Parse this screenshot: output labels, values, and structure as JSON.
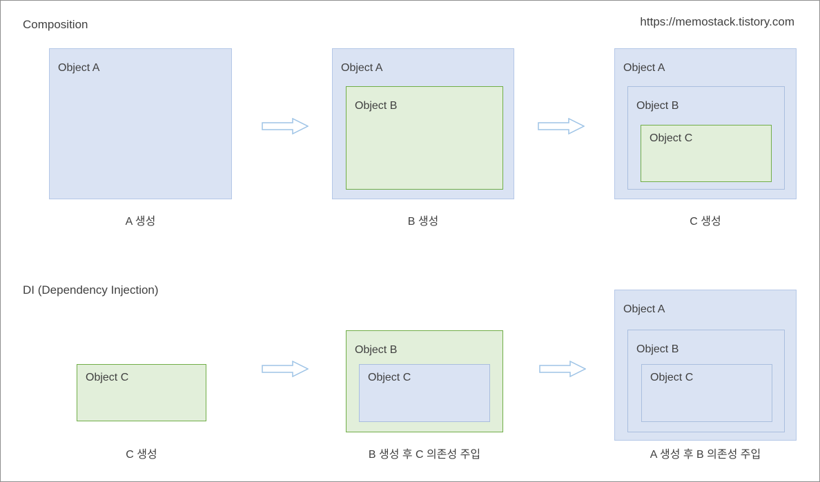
{
  "header": {
    "section1_title": "Composition",
    "url": "https://memostack.tistory.com",
    "section2_title": "DI (Dependency Injection)"
  },
  "composition": {
    "steps": [
      {
        "caption": "A 생성",
        "outer": "Object A"
      },
      {
        "caption": "B 생성",
        "outer": "Object A",
        "middle": "Object B"
      },
      {
        "caption": "C 생성",
        "outer": "Object A",
        "middle": "Object B",
        "inner": "Object C"
      }
    ]
  },
  "di": {
    "steps": [
      {
        "caption": "C 생성",
        "inner": "Object C"
      },
      {
        "caption": "B 생성 후 C 의존성 주입",
        "middle": "Object B",
        "inner": "Object C"
      },
      {
        "caption": "A 생성 후 B 의존성 주입",
        "outer": "Object A",
        "middle": "Object B",
        "inner": "Object C"
      }
    ]
  },
  "icons": {
    "arrow": "right-block-arrow"
  },
  "colors": {
    "blue_fill": "#dae3f3",
    "blue_border": "#b4c7e7",
    "blue_border_inner": "#a9bede",
    "green_fill": "#e2efda",
    "green_border": "#70ad47",
    "arrow_stroke": "#9dc3e6",
    "text": "#404040"
  }
}
